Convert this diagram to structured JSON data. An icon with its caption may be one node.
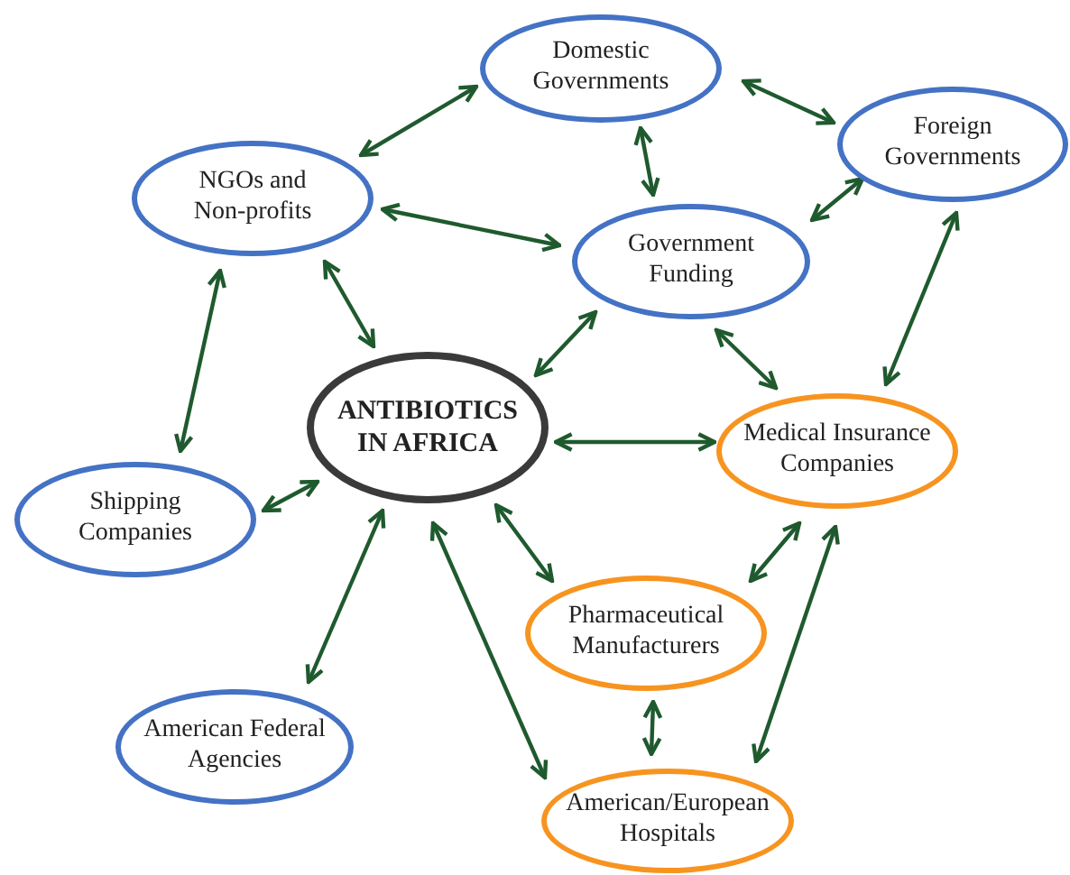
{
  "diagram": {
    "nodes": [
      {
        "text": [
          "Domestic Governments"
        ]
      },
      {
        "text": [
          "Foreign Governments"
        ]
      },
      {
        "text": [
          "NGOs and Non-profits"
        ]
      },
      {
        "text": [
          "Government Funding"
        ]
      },
      {
        "text": [
          "ANTIBIOTICS IN AFRICA"
        ]
      },
      {
        "text": [
          "Medical Insurance Companies"
        ]
      },
      {
        "text": [
          "Shipping Companies"
        ]
      },
      {
        "text": [
          "Pharmaceutical Manufacturers"
        ]
      },
      {
        "text": [
          "American Federal Agencies"
        ]
      },
      {
        "text": [
          "American/European Hospitals"
        ]
      }
    ],
    "edges": [
      {
        "from": 2,
        "to": 0,
        "arrow": "both"
      },
      {
        "from": 0,
        "to": 1,
        "arrow": "both"
      },
      {
        "from": 0,
        "to": 3,
        "arrow": "both"
      },
      {
        "from": 2,
        "to": 3,
        "arrow": "both"
      },
      {
        "from": 3,
        "to": 1,
        "arrow": "both"
      },
      {
        "from": 2,
        "to": 4,
        "arrow": "both"
      },
      {
        "from": 2,
        "to": 6,
        "arrow": "both"
      },
      {
        "from": 3,
        "to": 4,
        "arrow": "both"
      },
      {
        "from": 3,
        "to": 5,
        "arrow": "both"
      },
      {
        "from": 1,
        "to": 5,
        "arrow": "both"
      },
      {
        "from": 4,
        "to": 5,
        "arrow": "both"
      },
      {
        "from": 6,
        "to": 4,
        "arrow": "both"
      },
      {
        "from": 4,
        "to": 8,
        "arrow": "both"
      },
      {
        "from": 4,
        "to": 7,
        "arrow": "both"
      },
      {
        "from": 4,
        "to": 9,
        "arrow": "both"
      },
      {
        "from": 5,
        "to": 7,
        "arrow": "both"
      },
      {
        "from": 5,
        "to": 9,
        "arrow": "both"
      },
      {
        "from": 7,
        "to": 9,
        "arrow": "both"
      }
    ]
  }
}
